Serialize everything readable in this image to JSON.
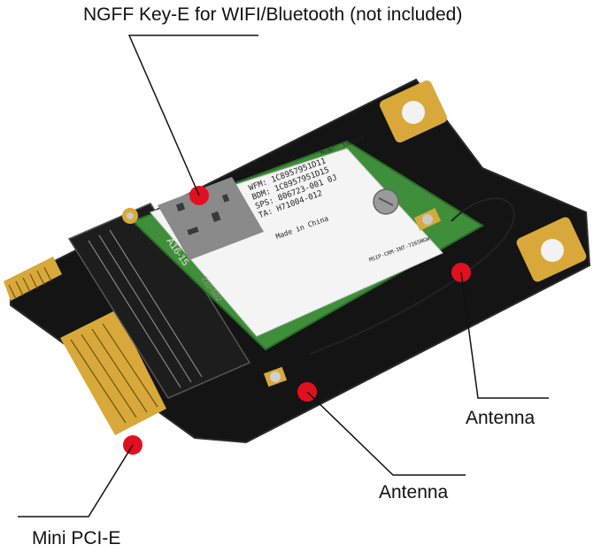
{
  "labels": {
    "top": "NGFF Key-E for WIFI/Bluetooth (not included)",
    "antenna_right": "Antenna",
    "antenna_bottom": "Antenna",
    "mini_pcie": "Mini PCI-E"
  },
  "card_print": {
    "wfm": "WFM: 1C8957951D11",
    "bdm": "BDM: 1C8957951D15",
    "sps": "SPS: 806723-001 0J",
    "ta": "TA: H71004-012",
    "made_in": "Made in China",
    "model": "Model: 3165NGW",
    "msip": "MSIP-CRM-INT-7265NGW"
  },
  "board_print": {
    "slot": "A16-15",
    "code": "210-502"
  },
  "colors": {
    "board": "#111111",
    "gold": "#d8a93a",
    "card_green": "#3f8f3a",
    "label_sticker": "#f4f4f4",
    "marker": "#e01020"
  }
}
